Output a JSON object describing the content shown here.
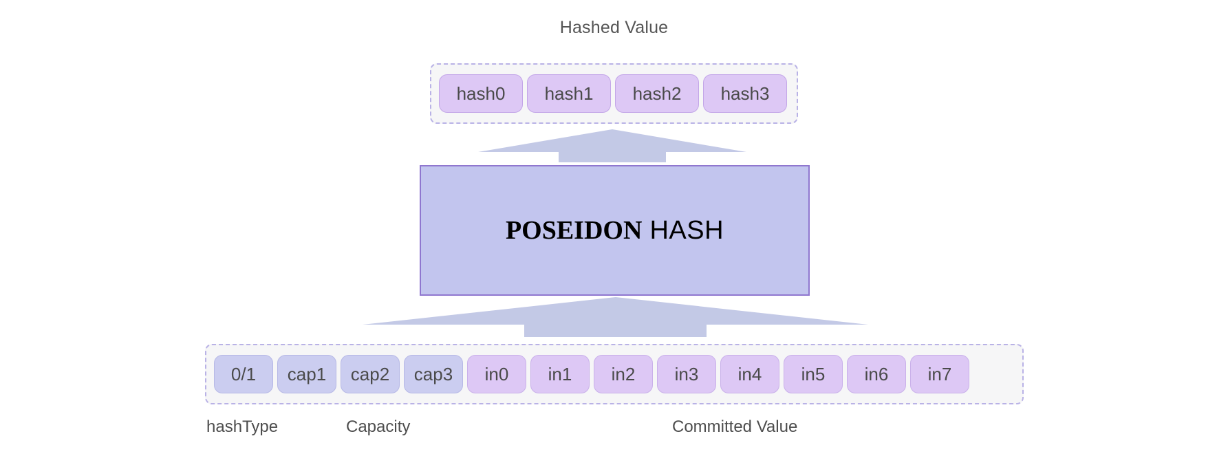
{
  "diagram": {
    "title_top": "Hashed Value",
    "hash_output": {
      "group_name": "hashed-value-group",
      "cells": [
        {
          "label": "hash0"
        },
        {
          "label": "hash1"
        },
        {
          "label": "hash2"
        },
        {
          "label": "hash3"
        }
      ]
    },
    "processor": {
      "name_strong": "POSEIDON",
      "name_light": " HASH",
      "fill_color": "#c2c5ee",
      "border_color": "#8f77cf"
    },
    "arrows": {
      "upper_name": "arrow-up-to-hashed-value",
      "lower_name": "arrow-up-to-poseidon-hash",
      "color": "#c3c9e6"
    },
    "input_row": {
      "group_name": "input-state-group",
      "cells": [
        {
          "label": "0/1",
          "kind": "capacity"
        },
        {
          "label": "cap1",
          "kind": "capacity"
        },
        {
          "label": "cap2",
          "kind": "capacity"
        },
        {
          "label": "cap3",
          "kind": "capacity"
        },
        {
          "label": "in0",
          "kind": "input"
        },
        {
          "label": "in1",
          "kind": "input"
        },
        {
          "label": "in2",
          "kind": "input"
        },
        {
          "label": "in3",
          "kind": "input"
        },
        {
          "label": "in4",
          "kind": "input"
        },
        {
          "label": "in5",
          "kind": "input"
        },
        {
          "label": "in6",
          "kind": "input"
        },
        {
          "label": "in7",
          "kind": "input"
        }
      ]
    },
    "bottom_captions": {
      "hash_type": "hashType",
      "capacity": "Capacity",
      "committed_value": "Committed Value"
    },
    "colors": {
      "hash_cell_fill": "#ddc8f5",
      "capacity_cell_fill": "#cbcdf0",
      "input_cell_fill": "#ddc8f5",
      "group_border": "#b9b2e6",
      "group_fill": "#f6f6f7",
      "text": "#4a4a4a"
    }
  }
}
